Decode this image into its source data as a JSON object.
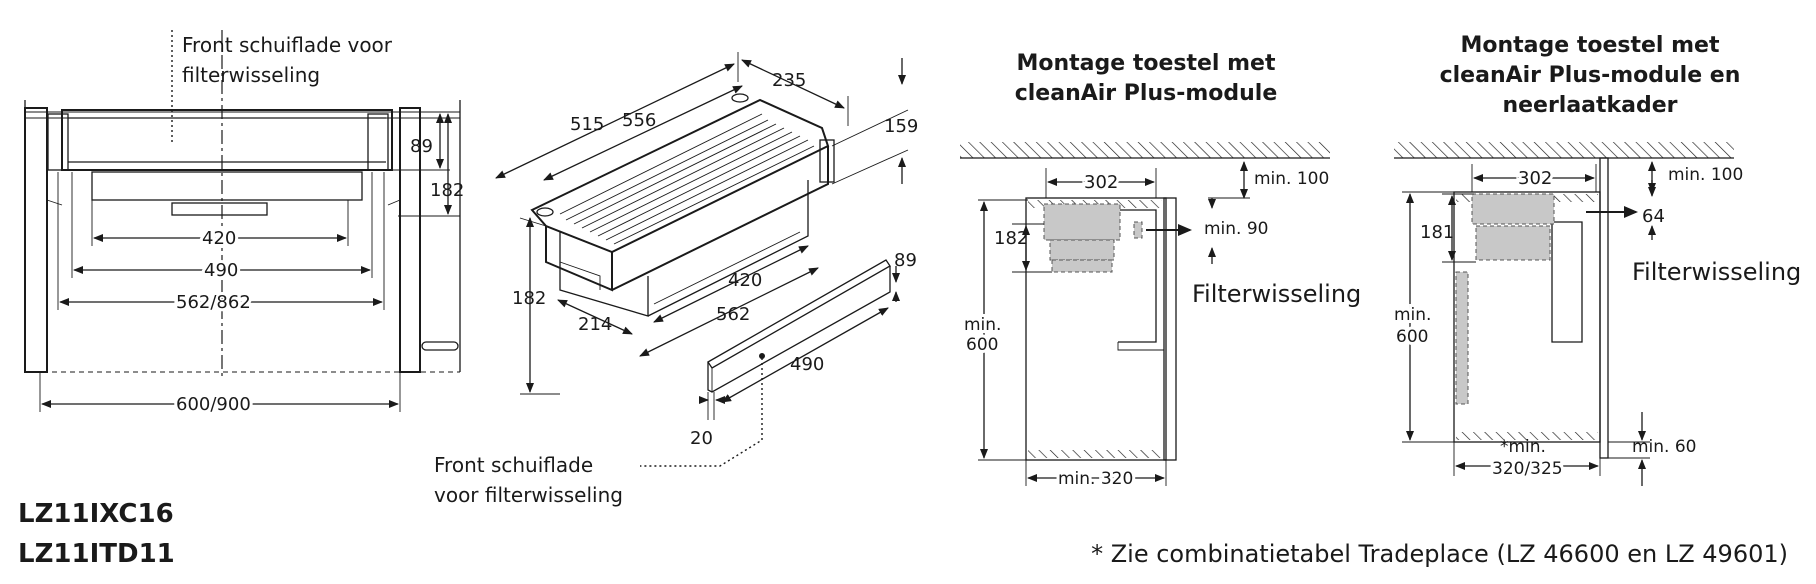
{
  "left_view": {
    "callout": [
      "Front schuiflade voor",
      "filterwisseling"
    ],
    "dims": {
      "d89": "89",
      "d182": "182",
      "d420": "420",
      "d490": "490",
      "d562": "562/862",
      "d600": "600/900"
    }
  },
  "iso_view": {
    "dims": {
      "d235": "235",
      "d515": "515",
      "d556": "556",
      "d159": "159",
      "d182": "182",
      "d214": "214",
      "d420": "420",
      "d562": "562",
      "d89": "89",
      "d490": "490",
      "d20": "20"
    },
    "callout": [
      "Front schuiflade",
      "voor filterwisseling"
    ]
  },
  "panel1": {
    "title": [
      "Montage toestel met",
      "cleanAir Plus-module"
    ],
    "dims": {
      "d302": "302",
      "min100": "min. 100",
      "min90": "min. 90",
      "d182": "182",
      "min600a": "min.",
      "min600b": "600",
      "min320": "min. 320"
    },
    "filter_label": "Filterwisseling"
  },
  "panel2": {
    "title": [
      "Montage toestel met",
      "cleanAir Plus-module en",
      "neerlaatkader"
    ],
    "dims": {
      "d302": "302",
      "min100": "min. 100",
      "d64": "64",
      "d181": "181",
      "min600a": "min.",
      "min600b": "600",
      "star_min": "*min.",
      "d320": "320/325",
      "min60": "min. 60"
    },
    "filter_label": "Filterwisseling"
  },
  "models": [
    "LZ11IXC16",
    "LZ11ITD11"
  ],
  "footnote": "* Zie combinatietabel Tradeplace (LZ 46600 en LZ 49601)"
}
